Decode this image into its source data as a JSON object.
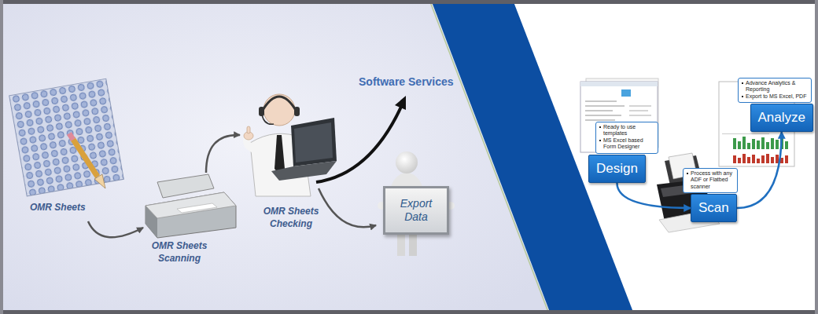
{
  "diagram": {
    "nodes": [
      {
        "text": [
          "Export Data"
        ]
      },
      {
        "text": [
          "Ready to use templates",
          "MS Excel based Form Designer"
        ]
      },
      {
        "text": [
          "Design"
        ]
      },
      {
        "text": [
          "Process with any ADF or Flatbed scanner"
        ]
      },
      {
        "text": [
          "Scan"
        ]
      },
      {
        "text": [
          "Advance Analytics & Reporting",
          "Export to MS Excel, PDF"
        ]
      },
      {
        "text": [
          "Analyze"
        ]
      }
    ],
    "edges": [
      {
        "from": 2,
        "to": 4,
        "arrow": "to"
      },
      {
        "from": 4,
        "to": 6,
        "arrow": "to"
      }
    ],
    "labels": [
      "OMR Sheets",
      "OMR Sheets Scanning",
      "OMR Sheets Checking",
      "Software Services"
    ]
  }
}
